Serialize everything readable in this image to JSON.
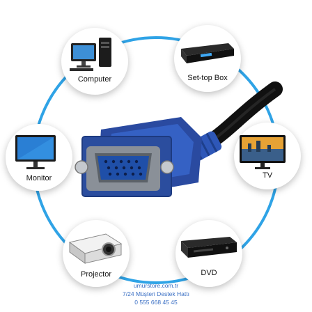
{
  "devices": [
    {
      "label": "Computer",
      "icon": "computer-icon"
    },
    {
      "label": "Set-top Box",
      "icon": "set-top-box-icon"
    },
    {
      "label": "Monitor",
      "icon": "monitor-icon"
    },
    {
      "label": "TV",
      "icon": "tv-icon"
    },
    {
      "label": "Projector",
      "icon": "projector-icon"
    },
    {
      "label": "DVD",
      "icon": "dvd-player-icon"
    }
  ],
  "footer": {
    "site": "umurstore.com.tr",
    "support": "7/24 Müşteri Destek Hattı",
    "phone": "0 555 668 45 45"
  },
  "colors": {
    "ring": "#2fa3e6",
    "connector_blue": "#2a4aa0",
    "footer_text": "#3a6fc4"
  }
}
